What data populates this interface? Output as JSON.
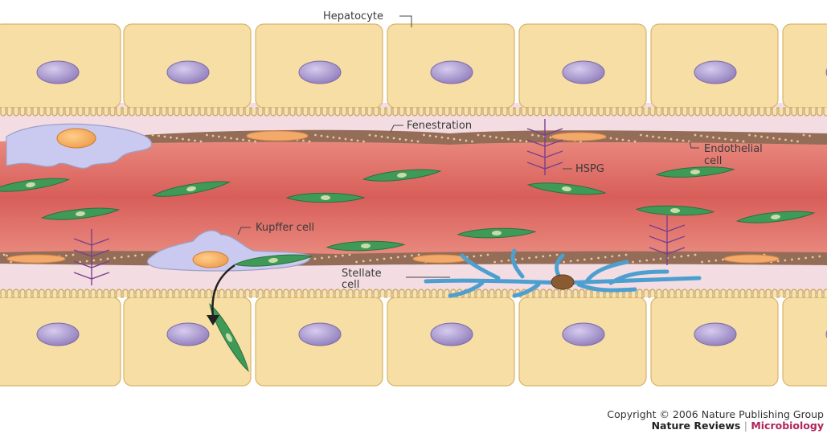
{
  "labels": {
    "hepatocyte": "Hepatocyte",
    "fenestration": "Fenestration",
    "endothelial": "Endothelial",
    "endothelial_2": "cell",
    "hspg": "HSPG",
    "kupffer": "Kupffer cell",
    "stellate": "Stellate",
    "stellate_2": "cell"
  },
  "footer": {
    "copyright": "Copyright © 2006 Nature Publishing Group",
    "journal": "Nature Reviews",
    "separator": "|",
    "section": "Microbiology"
  },
  "colors": {
    "hepatocyte_fill": "#f6dea4",
    "hepatocyte_edge": "#d8b46a",
    "nucleus": "#a896c8",
    "space_of_disse": "#f0d6de",
    "sinusoid": "#e06a66",
    "endothelium": "#8f6a56",
    "kupffer": "#c9c8ec",
    "green_cell": "#3f9a58",
    "stellate": "#5aa9d6",
    "hspg": "#7a3a8a"
  }
}
